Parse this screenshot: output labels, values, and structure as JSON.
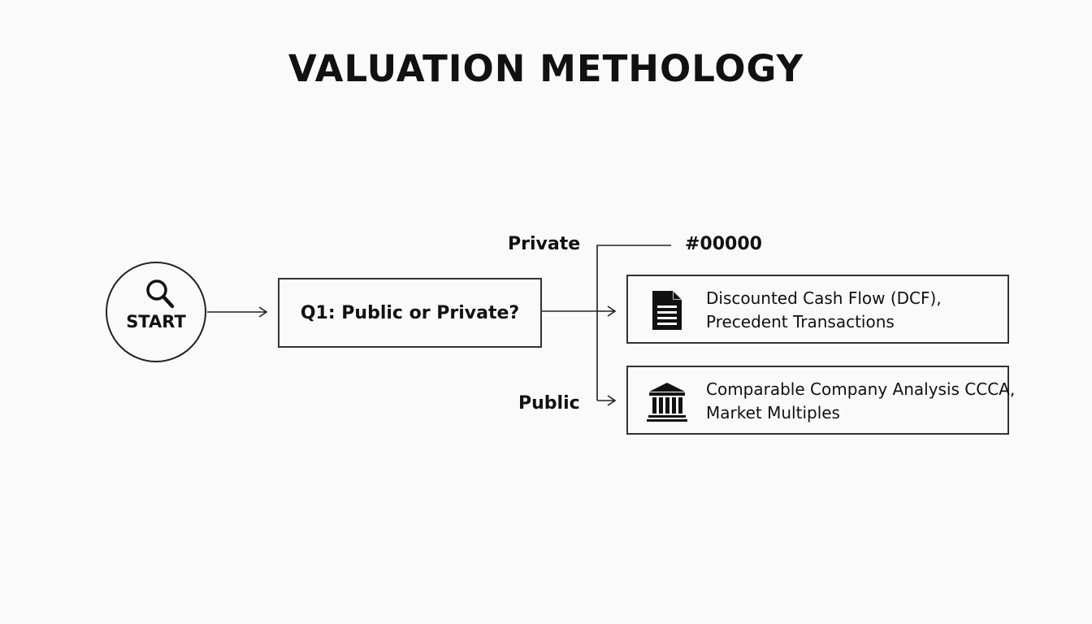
{
  "title": "VALUATION METHOLOGY",
  "start": {
    "label": "START",
    "icon": "magnifier-icon"
  },
  "question": {
    "label": "Q1: Public or Private?"
  },
  "branches": {
    "private_label": "Private",
    "public_label": "Public",
    "code_label": "#00000"
  },
  "results": [
    {
      "icon": "document-icon",
      "lines": [
        "Discounted Cash Flow (DCF),",
        "Precedent Transactions"
      ]
    },
    {
      "icon": "bank-building-icon",
      "lines": [
        "Comparable Company Analysis CCCA,",
        "Market Multiples"
      ]
    }
  ],
  "colors": {
    "background": "#fafafa",
    "ink": "#111111",
    "border": "#333333"
  }
}
